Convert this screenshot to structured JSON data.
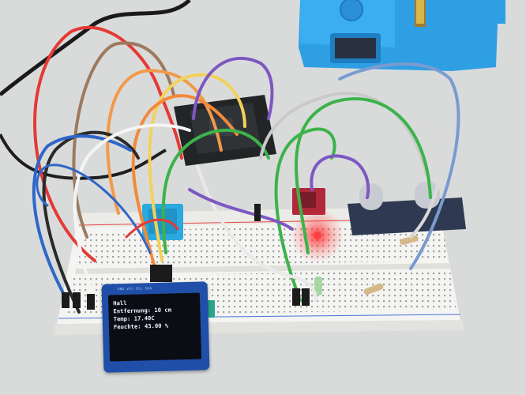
{
  "oled": {
    "pin_header": "GND VCC SCL SDA",
    "lines": [
      "Hall",
      "Entfernung: 10 cm",
      "Temp: 17.40C",
      "Feuchte: 43.00 %"
    ]
  },
  "colors": {
    "background": "#d9dbdb",
    "breadboard": "#f4f4f2",
    "enclosure": "#2b9be0",
    "oled_board": "#1f4fa8",
    "led": "#ff2a2a"
  }
}
